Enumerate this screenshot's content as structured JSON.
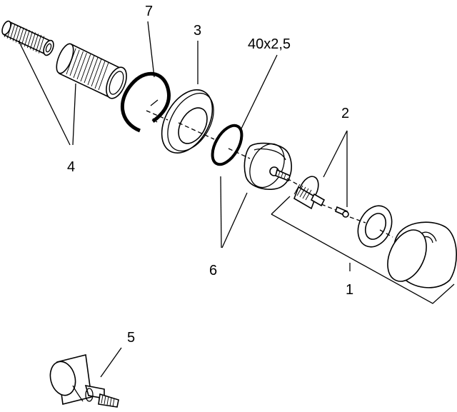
{
  "callouts": {
    "c1": "1",
    "c2": "2",
    "c3": "3",
    "c4": "4",
    "c5": "5",
    "c6": "6",
    "c7": "7",
    "seal": "40x2,5"
  }
}
